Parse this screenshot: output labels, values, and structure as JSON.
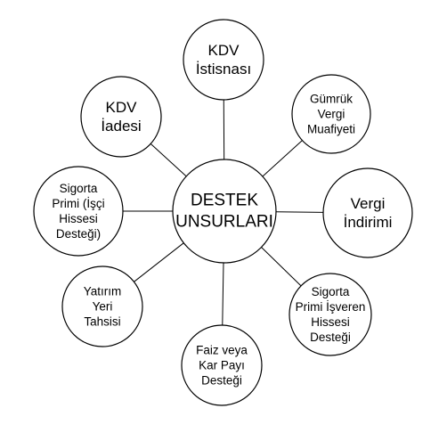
{
  "diagram": {
    "center": {
      "lines": [
        "DESTEK",
        "UNSURLARI"
      ]
    },
    "nodes": [
      {
        "id": "kdv-istisnasi",
        "lines": [
          "KDV",
          "İstisnası"
        ]
      },
      {
        "id": "gumruk-vergi-muafiyeti",
        "lines": [
          "Gümrük",
          "Vergi",
          "Muafiyeti"
        ]
      },
      {
        "id": "vergi-indirimi",
        "lines": [
          "Vergi",
          "İndirimi"
        ]
      },
      {
        "id": "sigorta-primi-isveren",
        "lines": [
          "Sigorta",
          "Primi İşveren",
          "Hissesi",
          "Desteği"
        ]
      },
      {
        "id": "faiz-veya-kar-payi",
        "lines": [
          "Faiz veya",
          "Kar Payı",
          "Desteği"
        ]
      },
      {
        "id": "yatirim-yeri-tahsisi",
        "lines": [
          "Yatırım",
          "Yeri",
          "Tahsisi"
        ]
      },
      {
        "id": "sigorta-primi-isci",
        "lines": [
          "Sigorta",
          "Primi (İşçi",
          "Hissesi",
          "Desteği)"
        ]
      },
      {
        "id": "kdv-iadesi",
        "lines": [
          "KDV",
          "İadesi"
        ]
      }
    ]
  }
}
